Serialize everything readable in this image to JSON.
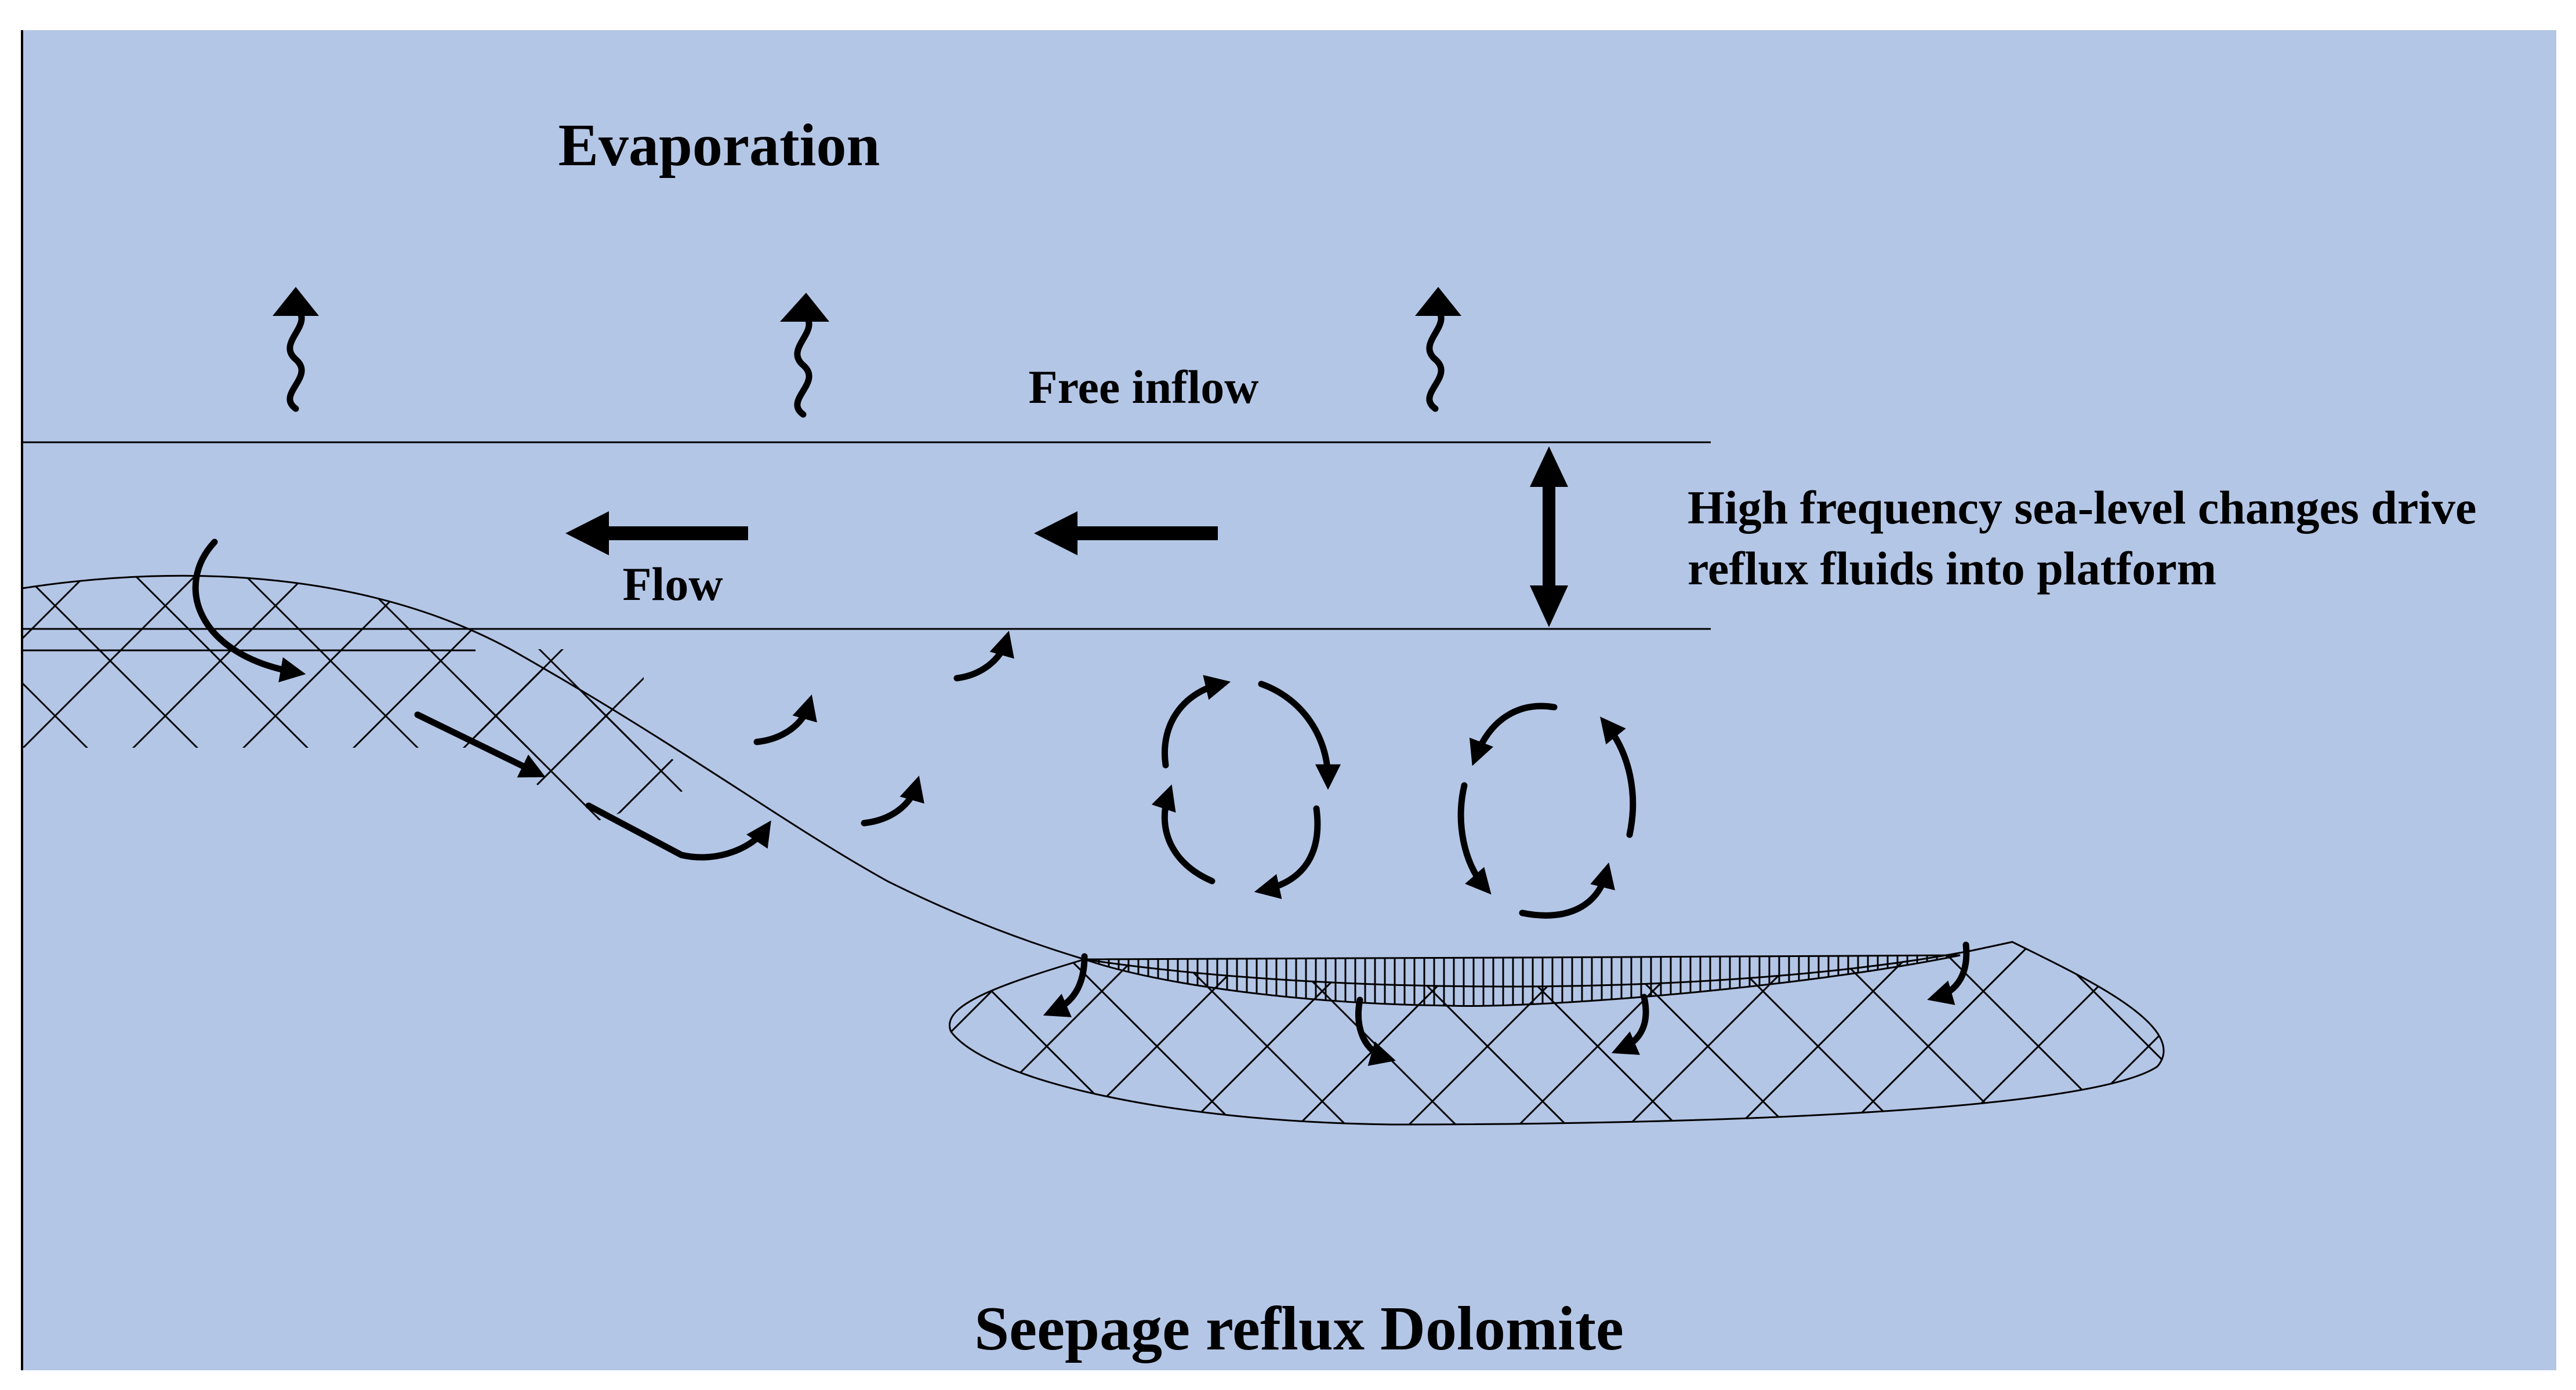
{
  "labels": {
    "evaporation": "Evaporation",
    "free_inflow": "Free inflow",
    "flow": "Flow",
    "sea_level_line1": "High frequency sea-level changes drive",
    "sea_level_line2": "reflux fluids into platform",
    "title": "Seepage reflux Dolomite"
  },
  "colors": {
    "background": "#b4c6e6",
    "page": "#ffffff",
    "ink": "#000000"
  },
  "icons": {
    "evaporation": "wavy-up-arrow-icon",
    "flow": "left-arrow-icon",
    "sea_level": "double-headed-vertical-arrow-icon",
    "reflux": "curved-arrow-icon",
    "circulation": "circular-arrows-icon"
  }
}
